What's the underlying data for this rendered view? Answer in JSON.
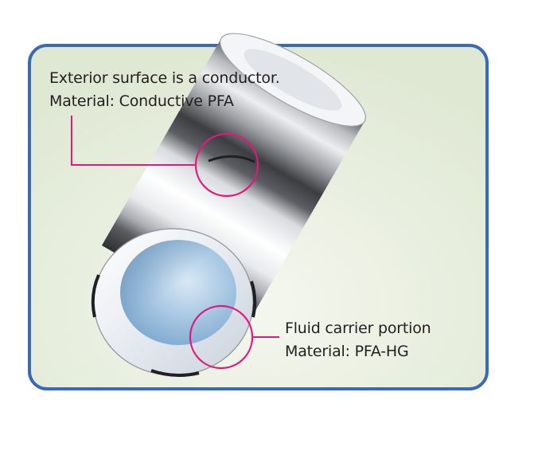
{
  "callouts": {
    "exterior": {
      "line1": "Exterior surface is a conductor.",
      "line2": "Material: Conductive PFA"
    },
    "fluid": {
      "line1": "Fluid carrier portion",
      "line2": "Material: PFA-HG"
    }
  },
  "colors": {
    "frame_border": "#3b6ab4",
    "panel_background": "#e6eddc",
    "callout_magenta": "#e0197d",
    "tube_light": "#f2f4f6",
    "tube_dark": "#4a4b4f",
    "bore_blue": "#8eb6d8",
    "label_text": "#231f20"
  }
}
